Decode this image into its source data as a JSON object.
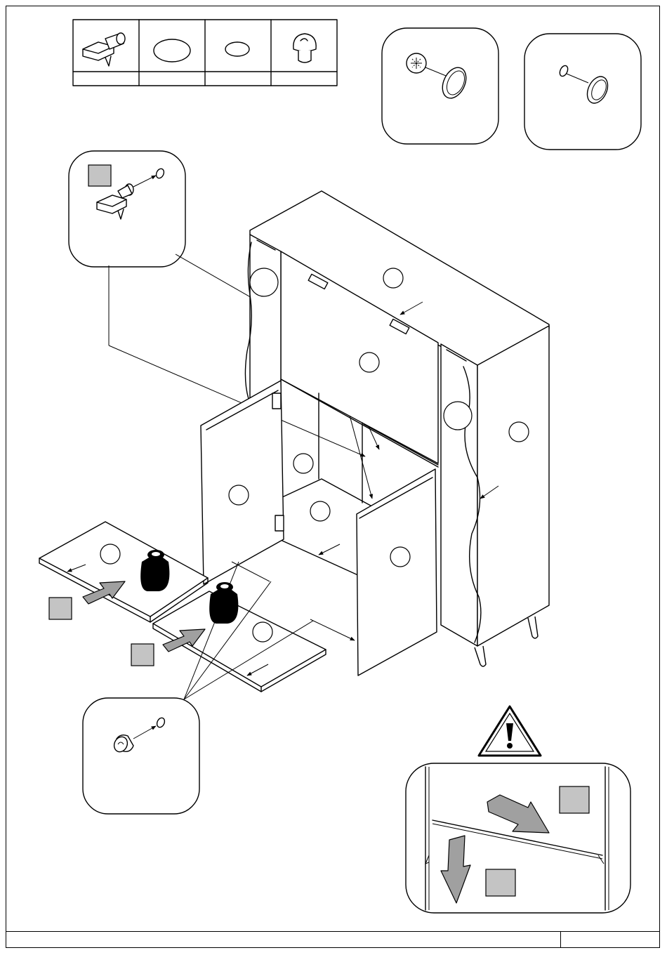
{
  "hardware_table": {
    "items": [
      {
        "icon": "shelf-support-pin-icon",
        "label": ""
      },
      {
        "icon": "large-cover-cap-icon",
        "label": ""
      },
      {
        "icon": "small-cover-cap-icon",
        "label": ""
      },
      {
        "icon": "mushroom-knob-icon",
        "label": ""
      }
    ]
  },
  "detail_callouts": [
    "screw-cover-cap-detail",
    "small-cap-detail",
    "shelf-support-detail",
    "knob-detail",
    "warning-detail"
  ],
  "step_markers": [
    "",
    "",
    "",
    "",
    ""
  ],
  "colors": {
    "line": "#000000",
    "marker_fill": "#c4c4c4",
    "arrow_fill": "#9e9e9e",
    "weight_fill": "#000000"
  },
  "footer": {
    "left_text": "",
    "page_number": ""
  }
}
